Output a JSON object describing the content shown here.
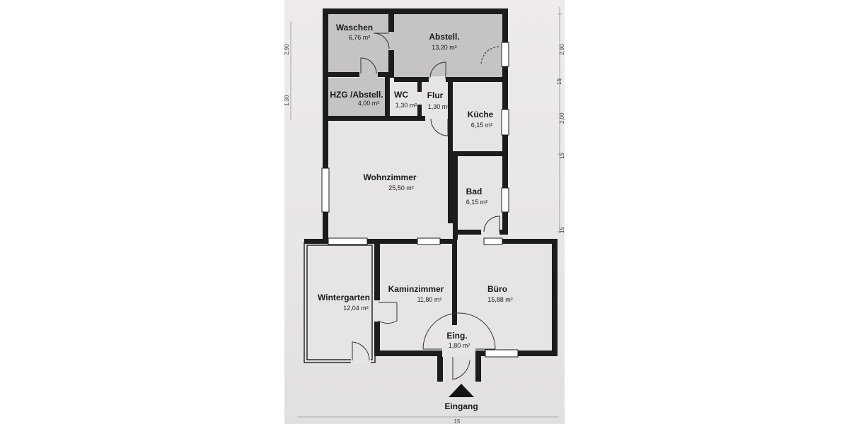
{
  "colors": {
    "wall": "#1c1c1c",
    "floor_dark": "#c6c3c4",
    "floor_light": "#e7e4e5",
    "window": "#ffffff",
    "door_line": "#333333"
  },
  "rooms": {
    "waschen": {
      "name": "Waschen",
      "area": "6,76 m²"
    },
    "abstell": {
      "name": "Abstell.",
      "area": "13,20 m²"
    },
    "hzg": {
      "name": "HZG /Abstell.",
      "area": "4,00 m²"
    },
    "wc": {
      "name": "WC",
      "area": "1,30 m²"
    },
    "flur": {
      "name": "Flur",
      "area": "1,30 m²"
    },
    "kueche": {
      "name": "Küche",
      "area": "6,15 m²"
    },
    "wohnzimmer": {
      "name": "Wohnzimmer",
      "area": "25,50 m²"
    },
    "bad": {
      "name": "Bad",
      "area": "6,15 m²"
    },
    "wintergarten": {
      "name": "Wintergarten",
      "area": "12,04 m²"
    },
    "kaminzimmer": {
      "name": "Kaminzimmer",
      "area": "11,80 m²"
    },
    "buero": {
      "name": "Büro",
      "area": "15,88 m²"
    },
    "eing": {
      "name": "Eing.",
      "area": "1,80 m²"
    }
  },
  "entrance": {
    "label": "Eingang",
    "icon": "entrance-arrow-icon"
  },
  "dimensions": {
    "right_top": "2,90",
    "right_a": "15",
    "right_b": "2,00",
    "right_c": "15",
    "right_d": "15",
    "left_a": "2,90",
    "left_b": "1,30",
    "bottom": "15"
  }
}
